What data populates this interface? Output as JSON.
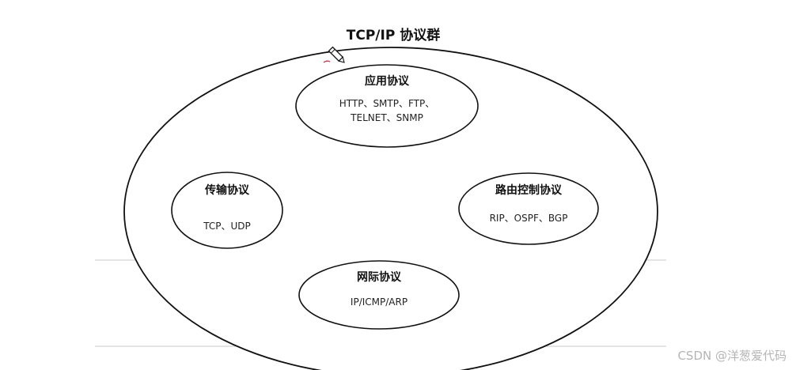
{
  "diagram": {
    "title": "TCP/IP 协议群",
    "nodes": {
      "application": {
        "title": "应用协议",
        "line1": "HTTP、SMTP、FTP、",
        "line2": "TELNET、SNMP"
      },
      "transport": {
        "title": "传输协议",
        "line1": "TCP、UDP"
      },
      "routing": {
        "title": "路由控制协议",
        "line1": "RIP、OSPF、BGP"
      },
      "internet": {
        "title": "网际协议",
        "line1": "IP/ICMP/ARP"
      }
    }
  },
  "watermark": "CSDN @洋葱爱代码"
}
